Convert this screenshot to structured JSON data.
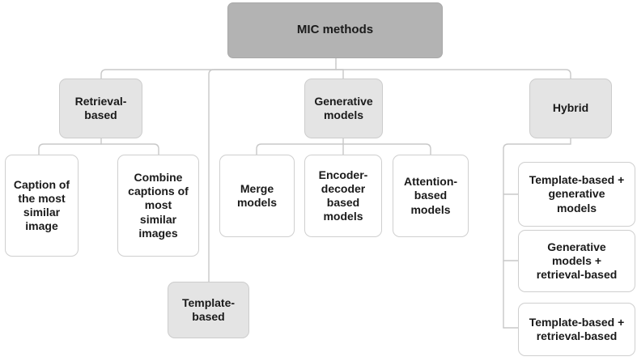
{
  "diagram": {
    "title": "MIC methods taxonomy",
    "colors": {
      "root_fill": "#b3b3b3",
      "level2_fill": "#e4e4e4",
      "leaf_fill": "#ffffff",
      "border": "#cfcfcf",
      "edge": "#c8c8c8",
      "text": "#1a1a1a"
    },
    "root": {
      "label": "MIC methods"
    },
    "level2": [
      {
        "id": "retrieval-based",
        "label": "Retrieval-\nbased"
      },
      {
        "id": "template-based",
        "label": "Template-\nbased"
      },
      {
        "id": "generative-models",
        "label": "Generative\nmodels"
      },
      {
        "id": "hybrid",
        "label": "Hybrid"
      }
    ],
    "leaves": [
      {
        "id": "caption-of-the-most-similar-image",
        "parent": "retrieval-based",
        "label": "Caption of\nthe most\nsimilar\nimage"
      },
      {
        "id": "combine-captions-of-most-similar-images",
        "parent": "retrieval-based",
        "label": "Combine\ncaptions of\nmost\nsimilar\nimages"
      },
      {
        "id": "merge-models",
        "parent": "generative-models",
        "label": "Merge\nmodels"
      },
      {
        "id": "encoder-decoder-based-models",
        "parent": "generative-models",
        "label": "Encoder-\ndecoder\nbased\nmodels"
      },
      {
        "id": "attention-based-models",
        "parent": "generative-models",
        "label": "Attention-\nbased\nmodels"
      },
      {
        "id": "template-based-plus-generative-models",
        "parent": "hybrid",
        "label": "Template-based +\ngenerative\nmodels"
      },
      {
        "id": "generative-models-plus-retrieval-based",
        "parent": "hybrid",
        "label": "Generative\nmodels +\nretrieval-based"
      },
      {
        "id": "template-based-plus-retrieval-based",
        "parent": "hybrid",
        "label": "Template-based +\nretrieval-based"
      }
    ]
  }
}
